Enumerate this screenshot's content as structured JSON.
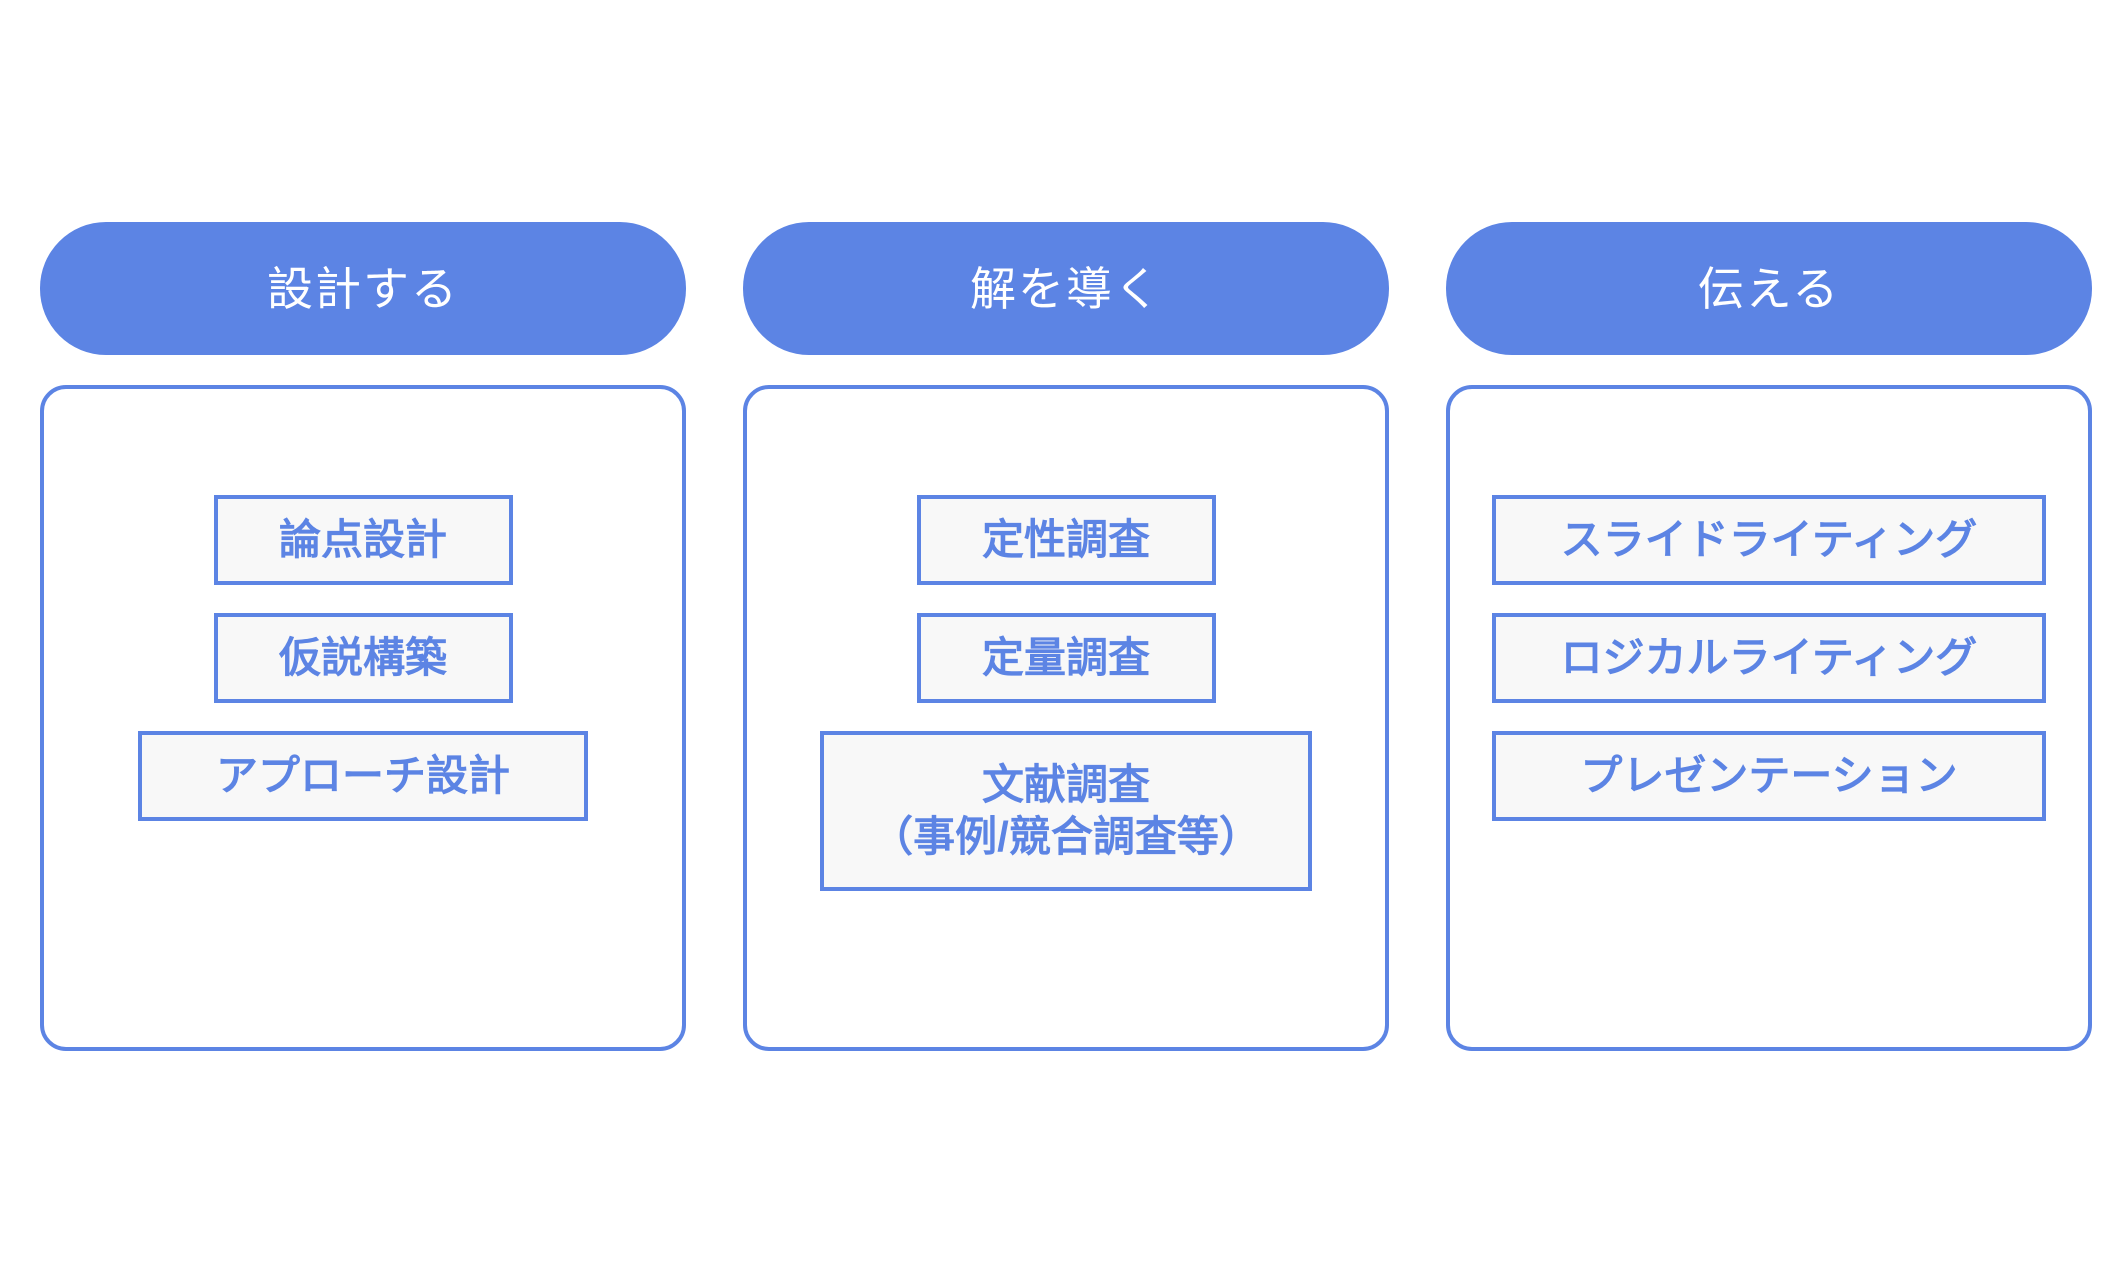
{
  "canvas": {
    "background": "#ffffff",
    "accent_color": "#5c84e4",
    "box_fill_color": "#f8f8f8"
  },
  "columns": [
    {
      "header": "設計する",
      "items": [
        {
          "lines": [
            "論点設計"
          ]
        },
        {
          "lines": [
            "仮説構築"
          ]
        },
        {
          "lines": [
            "アプローチ設計"
          ]
        }
      ]
    },
    {
      "header": "解を導く",
      "items": [
        {
          "lines": [
            "定性調査"
          ]
        },
        {
          "lines": [
            "定量調査"
          ]
        },
        {
          "lines": [
            "文献調査",
            "（事例/競合調査等）"
          ]
        }
      ]
    },
    {
      "header": "伝える",
      "items": [
        {
          "lines": [
            "スライドライティング"
          ]
        },
        {
          "lines": [
            "ロジカルライティング"
          ]
        },
        {
          "lines": [
            "プレゼンテーション"
          ]
        }
      ]
    }
  ]
}
